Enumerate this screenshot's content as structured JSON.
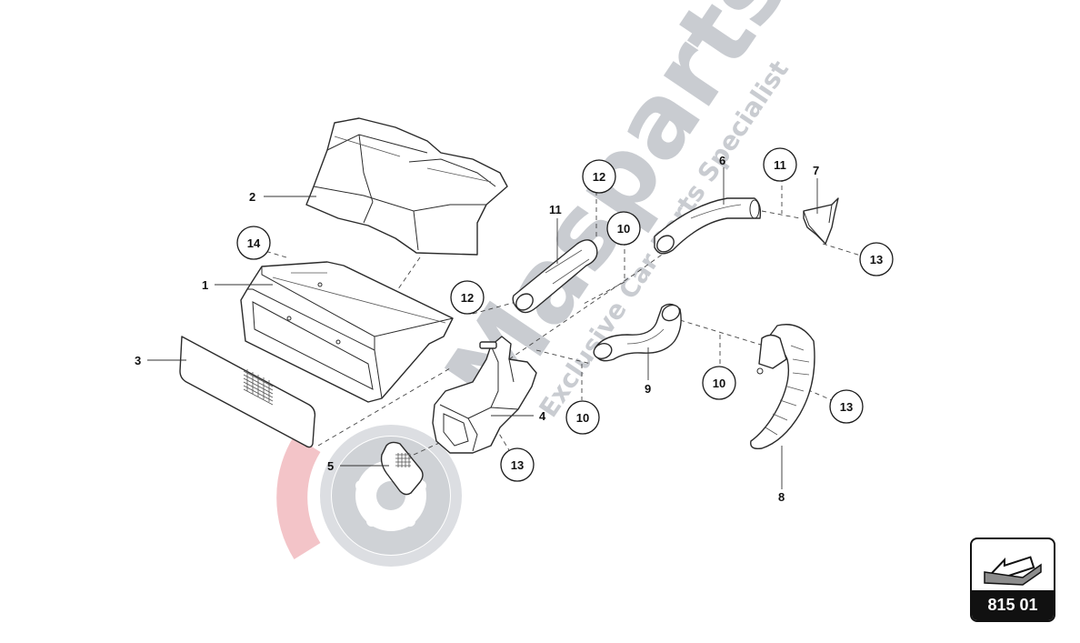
{
  "watermark": {
    "brand": "Masparts",
    "tagline": "Exclusive Car Parts Specialist"
  },
  "reference_code": "815 01",
  "labels": {
    "p1": "1",
    "p2": "2",
    "p3": "3",
    "p4": "4",
    "p5": "5",
    "p6": "6",
    "p7": "7",
    "p8": "8",
    "p9": "9",
    "p11": "11"
  },
  "callouts": {
    "c14": "14",
    "c12a": "12",
    "c12b": "12",
    "c10a": "10",
    "c10b": "10",
    "c10c": "10",
    "c11": "11",
    "c13a": "13",
    "c13b": "13",
    "c13c": "13"
  }
}
